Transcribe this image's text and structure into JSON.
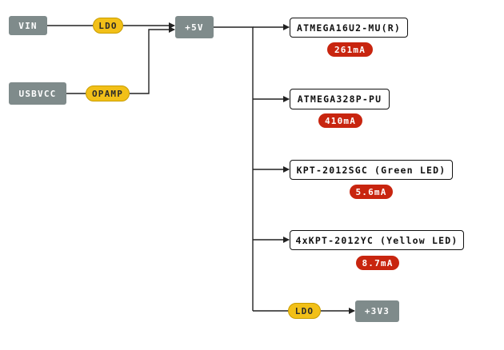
{
  "sources": {
    "vin": "VIN",
    "usbvcc": "USBVCC"
  },
  "regulators": {
    "ldo_top": "LDO",
    "opamp": "OPAMP",
    "ldo_bottom": "LDO"
  },
  "rails": {
    "v5": "+5V",
    "v3v3": "+3V3"
  },
  "loads": [
    {
      "name": "ATMEGA16U2-MU(R)",
      "current": "261mA"
    },
    {
      "name": "ATMEGA328P-PU",
      "current": "410mA"
    },
    {
      "name": "KPT-2012SGC (Green LED)",
      "current": "5.6mA"
    },
    {
      "name": "4xKPT-2012YC (Yellow LED)",
      "current": "8.7mA"
    }
  ],
  "colors": {
    "source_box": "#7f8b8b",
    "regulator_pill": "#f2c018",
    "current_badge": "#c8250f",
    "wire": "#222222"
  }
}
